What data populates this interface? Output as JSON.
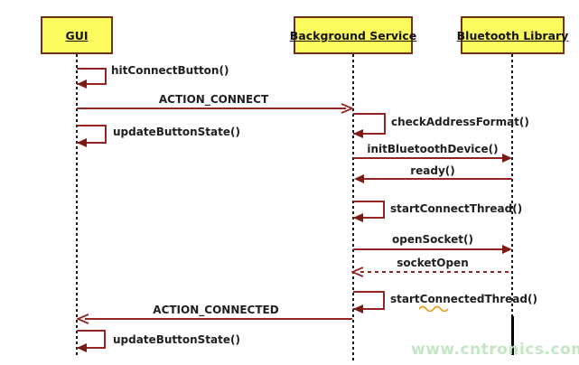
{
  "diagram": {
    "type": "uml-sequence-diagram",
    "actors": [
      {
        "label": "GUI"
      },
      {
        "label": "Background Service"
      },
      {
        "label": "Bluetooth Library"
      }
    ],
    "messages": {
      "hit_connect": "hitConnectButton()",
      "action_connect": "ACTION_CONNECT",
      "update_button_1": "updateButtonState()",
      "check_address": "checkAddressFormat()",
      "init_bt": "initBluetoothDevice()",
      "ready": "ready()",
      "start_connect_thread": "startConnectThread()",
      "open_socket": "openSocket()",
      "socket_open": "socketOpen",
      "start_connected_thread": "startConnectedThread()",
      "action_connected": "ACTION_CONNECTED",
      "update_button_2": "updateButtonState()"
    },
    "watermark": "www.cntronics.com",
    "colors": {
      "actor_fill": "#fbfb5f",
      "actor_border": "#72301c",
      "message_line": "#962420",
      "arrowhead_fill": "#7c1a16",
      "label_text": "#202020",
      "lifeline": "#1a1a1a",
      "watermark": "#c4e6c4",
      "squiggle": "#ec9b1c"
    }
  }
}
